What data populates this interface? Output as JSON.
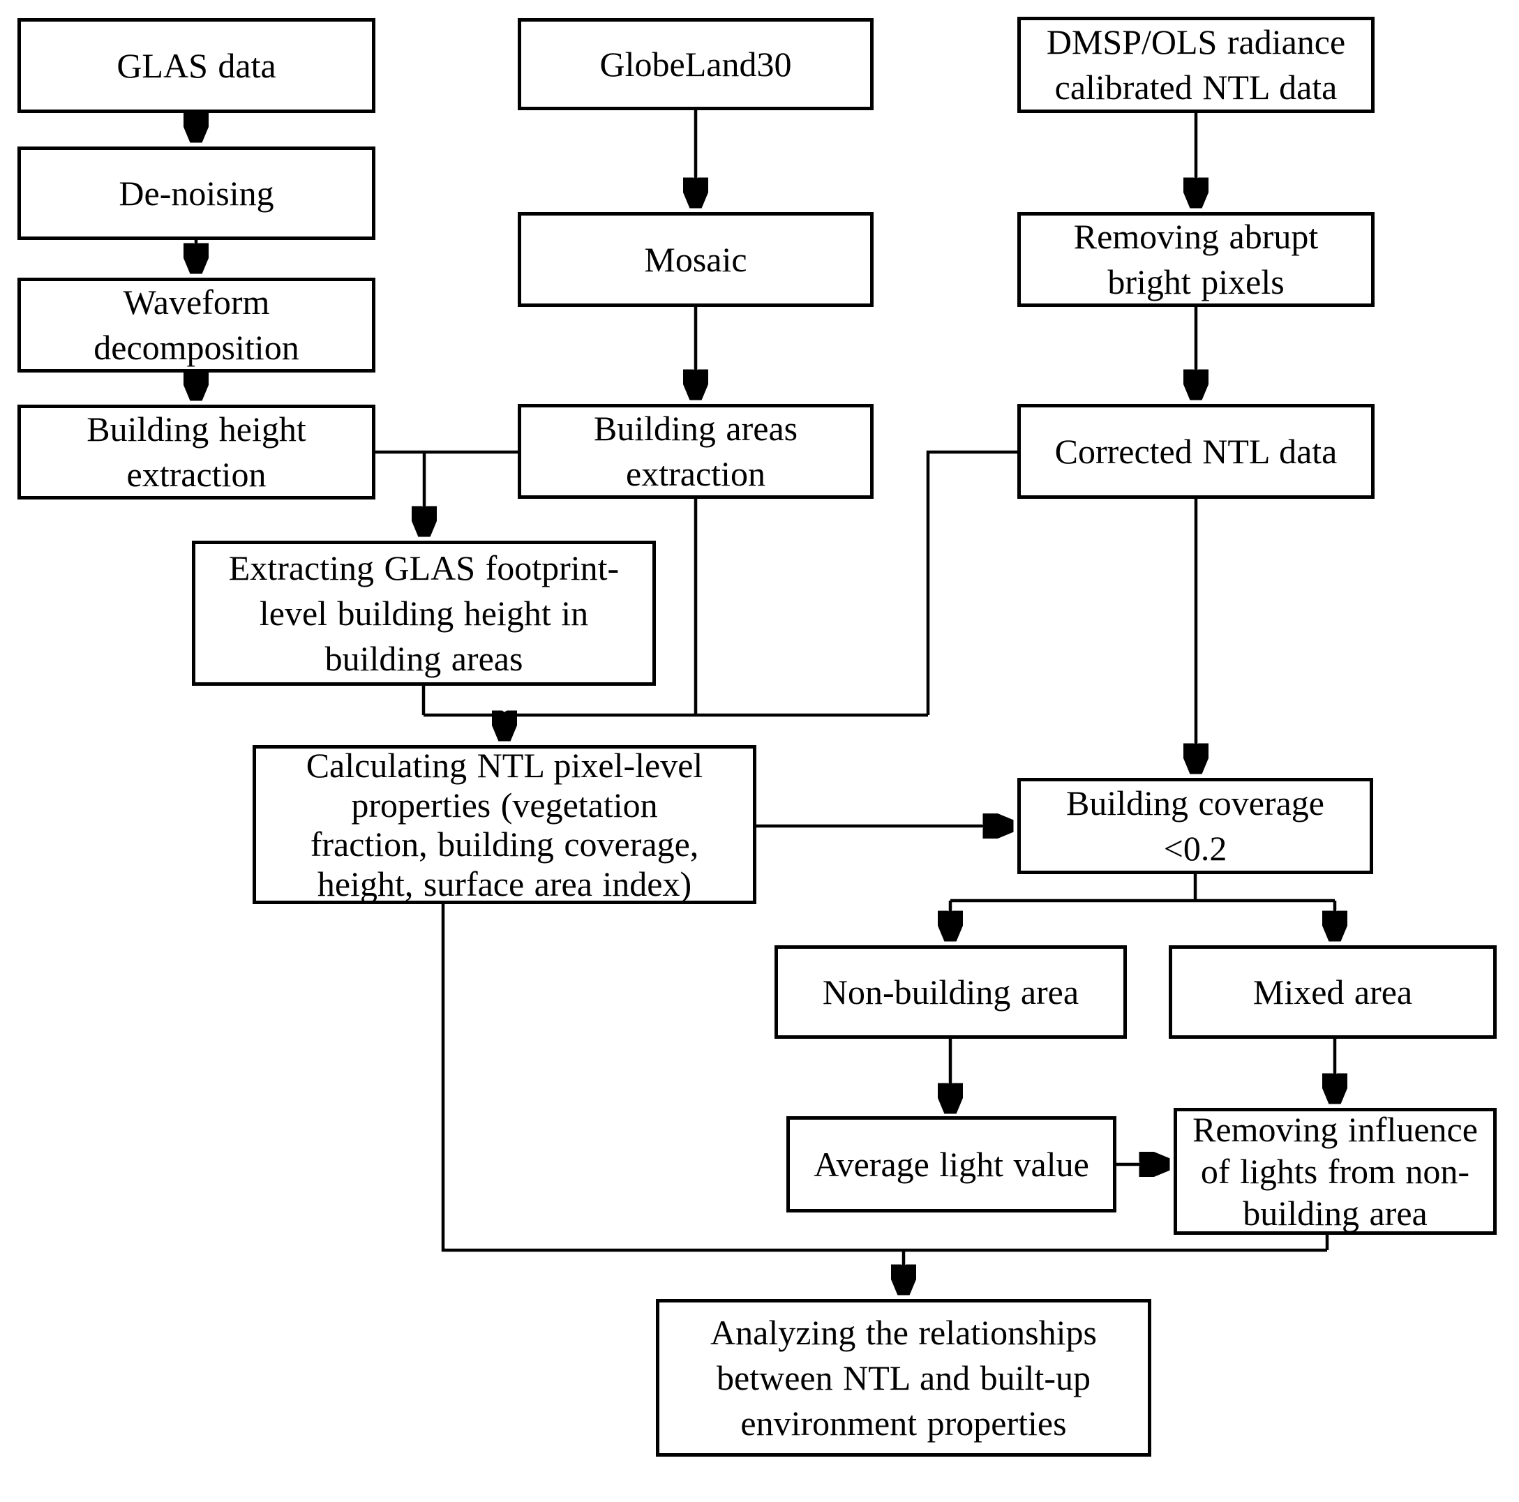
{
  "diagram": {
    "type": "flowchart",
    "background_color": "#ffffff",
    "box_fill_color": "#ffffff",
    "line_color": "#000000",
    "text_color": "#000000",
    "nodes": [
      {
        "id": "glas-data",
        "label": "GLAS data",
        "lines": [
          "GLAS data"
        ]
      },
      {
        "id": "de-noising",
        "label": "De-noising",
        "lines": [
          "De-noising"
        ]
      },
      {
        "id": "waveform-decomposition",
        "label": "Waveform decomposition",
        "lines": [
          "Waveform",
          "decomposition"
        ]
      },
      {
        "id": "building-height-extraction",
        "label": "Building height extraction",
        "lines": [
          "Building height",
          "extraction"
        ]
      },
      {
        "id": "globeland30",
        "label": "GlobeLand30",
        "lines": [
          "GlobeLand30"
        ]
      },
      {
        "id": "mosaic",
        "label": "Mosaic",
        "lines": [
          "Mosaic"
        ]
      },
      {
        "id": "building-areas-extraction",
        "label": "Building areas extraction",
        "lines": [
          "Building areas",
          "extraction"
        ]
      },
      {
        "id": "dmsp-ols-radiance-calibrated-ntl-data",
        "label": "DMSP/OLS radiance calibrated NTL data",
        "lines": [
          "DMSP/OLS radiance",
          "calibrated NTL data"
        ]
      },
      {
        "id": "removing-abrupt-bright-pixels",
        "label": "Removing abrupt bright pixels",
        "lines": [
          "Removing abrupt",
          "bright pixels"
        ]
      },
      {
        "id": "corrected-ntl-data",
        "label": "Corrected NTL data",
        "lines": [
          "Corrected NTL data"
        ]
      },
      {
        "id": "extracting-glas-footprint-level-building-height",
        "label": "Extracting GLAS footprint-level building height in building areas",
        "lines": [
          "Extracting GLAS footprint-",
          "level building height in",
          "building areas"
        ]
      },
      {
        "id": "calculating-ntl-pixel-level-properties",
        "label": "Calculating NTL pixel-level properties (vegetation fraction, building coverage, height, surface area index)",
        "lines": [
          "Calculating NTL pixel-level",
          "properties (vegetation",
          "fraction, building coverage,",
          "height, surface area index)"
        ]
      },
      {
        "id": "building-coverage-lt-0-2",
        "label": "Building coverage <0.2",
        "lines": [
          "Building coverage",
          "<0.2"
        ]
      },
      {
        "id": "non-building-area",
        "label": "Non-building area",
        "lines": [
          "Non-building area"
        ]
      },
      {
        "id": "mixed-area",
        "label": "Mixed area",
        "lines": [
          "Mixed area"
        ]
      },
      {
        "id": "average-light-value",
        "label": "Average light value",
        "lines": [
          "Average light value"
        ]
      },
      {
        "id": "removing-influence-of-lights",
        "label": "Removing influence of lights from non-building area",
        "lines": [
          "Removing influence",
          "of lights from non-",
          "building area"
        ]
      },
      {
        "id": "analyzing-relationships",
        "label": "Analyzing the relationships between NTL and built-up environment properties",
        "lines": [
          "Analyzing the relationships",
          "between NTL and built-up",
          "environment properties"
        ]
      }
    ],
    "edges": [
      {
        "from": "glas-data",
        "to": "de-noising",
        "arrow": true
      },
      {
        "from": "de-noising",
        "to": "waveform-decomposition",
        "arrow": true
      },
      {
        "from": "waveform-decomposition",
        "to": "building-height-extraction",
        "arrow": true
      },
      {
        "from": "globeland30",
        "to": "mosaic",
        "arrow": true
      },
      {
        "from": "mosaic",
        "to": "building-areas-extraction",
        "arrow": true
      },
      {
        "from": "dmsp-ols-radiance-calibrated-ntl-data",
        "to": "removing-abrupt-bright-pixels",
        "arrow": true
      },
      {
        "from": "removing-abrupt-bright-pixels",
        "to": "corrected-ntl-data",
        "arrow": true
      },
      {
        "from": "building-height-extraction",
        "to": "extracting-glas-footprint-level-building-height",
        "arrow": true
      },
      {
        "from": "building-areas-extraction",
        "to": "extracting-glas-footprint-level-building-height",
        "arrow": true
      },
      {
        "from": "extracting-glas-footprint-level-building-height",
        "to": "calculating-ntl-pixel-level-properties",
        "arrow": true
      },
      {
        "from": "building-areas-extraction",
        "to": "calculating-ntl-pixel-level-properties",
        "arrow": true
      },
      {
        "from": "corrected-ntl-data",
        "to": "calculating-ntl-pixel-level-properties",
        "arrow": true
      },
      {
        "from": "corrected-ntl-data",
        "to": "building-coverage-lt-0-2",
        "arrow": true
      },
      {
        "from": "calculating-ntl-pixel-level-properties",
        "to": "building-coverage-lt-0-2",
        "arrow": true
      },
      {
        "from": "building-coverage-lt-0-2",
        "to": "non-building-area",
        "arrow": true
      },
      {
        "from": "building-coverage-lt-0-2",
        "to": "mixed-area",
        "arrow": true
      },
      {
        "from": "non-building-area",
        "to": "average-light-value",
        "arrow": true
      },
      {
        "from": "mixed-area",
        "to": "removing-influence-of-lights",
        "arrow": true
      },
      {
        "from": "average-light-value",
        "to": "removing-influence-of-lights",
        "arrow": true
      },
      {
        "from": "calculating-ntl-pixel-level-properties",
        "to": "analyzing-relationships",
        "arrow": true
      },
      {
        "from": "removing-influence-of-lights",
        "to": "analyzing-relationships",
        "arrow": true
      }
    ]
  }
}
